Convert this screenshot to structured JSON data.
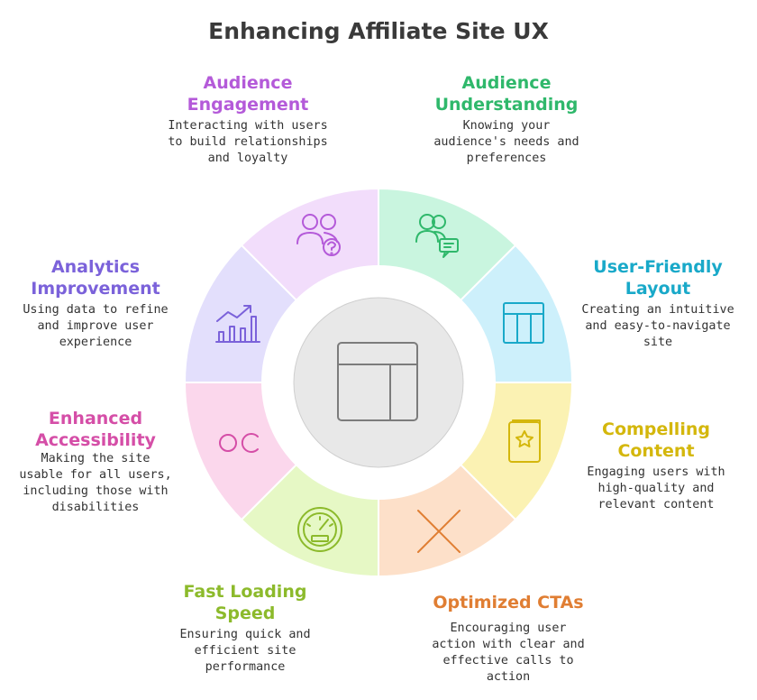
{
  "title": "Enhancing Affiliate Site UX",
  "center_icon": "layout-icon",
  "sections": [
    {
      "key": "audience-engagement",
      "title_lines": [
        "Audience",
        "Engagement"
      ],
      "desc_lines": [
        "Interacting with users",
        "to build relationships",
        "and loyalty"
      ],
      "color": "#b45ad9",
      "fill": "#f2ddfb",
      "icon": "users-question-icon"
    },
    {
      "key": "audience-understanding",
      "title_lines": [
        "Audience",
        "Understanding"
      ],
      "desc_lines": [
        "Knowing your",
        "audience's needs and",
        "preferences"
      ],
      "color": "#2fb86b",
      "fill": "#c9f5df",
      "icon": "users-chat-icon"
    },
    {
      "key": "user-friendly-layout",
      "title_lines": [
        "User-Friendly",
        "Layout"
      ],
      "desc_lines": [
        "Creating an intuitive",
        "and easy-to-navigate",
        "site"
      ],
      "color": "#19a9c9",
      "fill": "#cdf0fb",
      "icon": "table-layout-icon"
    },
    {
      "key": "compelling-content",
      "title_lines": [
        "Compelling",
        "Content"
      ],
      "desc_lines": [
        "Engaging users with",
        "high-quality and",
        "relevant content"
      ],
      "color": "#d4b70c",
      "fill": "#fbf2b3",
      "icon": "star-book-icon"
    },
    {
      "key": "optimized-ctas",
      "title_lines": [
        "Optimized CTAs"
      ],
      "desc_lines": [
        "Encouraging user",
        "action with clear and",
        "effective calls to",
        "action"
      ],
      "color": "#e07e33",
      "fill": "#fde0c9",
      "icon": "cross-icon"
    },
    {
      "key": "fast-loading-speed",
      "title_lines": [
        "Fast Loading",
        "Speed"
      ],
      "desc_lines": [
        "Ensuring quick and",
        "efficient site",
        "performance"
      ],
      "color": "#8cba2b",
      "fill": "#e6f8c5",
      "icon": "speedometer-icon"
    },
    {
      "key": "enhanced-accessibility",
      "title_lines": [
        "Enhanced",
        "Accessibility"
      ],
      "desc_lines": [
        "Making the site",
        "usable for all users,",
        "including those with",
        "disabilities"
      ],
      "color": "#d54ea7",
      "fill": "#fbd7ec",
      "icon": "closed-captions-icon"
    },
    {
      "key": "analytics-improvement",
      "title_lines": [
        "Analytics",
        "Improvement"
      ],
      "desc_lines": [
        "Using data to refine",
        "and improve user",
        "experience"
      ],
      "color": "#7b62da",
      "fill": "#e3dffc",
      "icon": "growth-chart-icon"
    }
  ]
}
